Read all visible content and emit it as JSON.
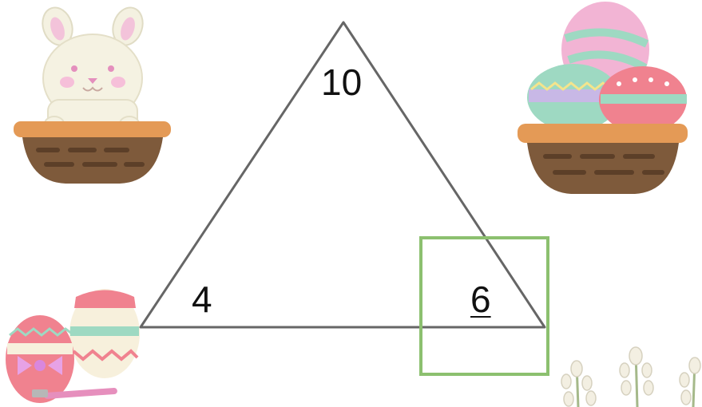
{
  "triangle": {
    "top": "10",
    "bottom_left": "4",
    "bottom_right": "6"
  },
  "colors": {
    "triangle_stroke": "#666666",
    "highlight_box": "#8cc06f",
    "text": "#111111"
  },
  "decorations": [
    "bunny-in-basket-icon",
    "egg-basket-icon",
    "easter-eggs-with-brush-icon",
    "pussy-willow-icon"
  ]
}
